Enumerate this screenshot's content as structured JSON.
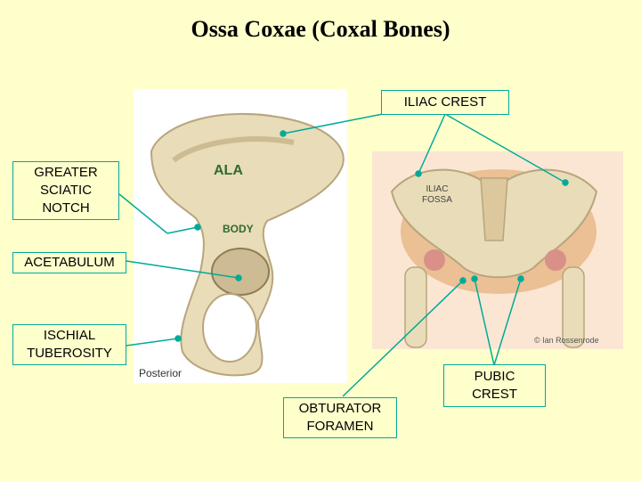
{
  "title": "Ossa Coxae (Coxal Bones)",
  "labels": {
    "iliac_crest": "ILIAC CREST",
    "greater_sciatic_notch": "GREATER SCIATIC NOTCH",
    "ala": "ALA",
    "iliac_fossa_line1": "ILIAC",
    "iliac_fossa_line2": "FOSSA",
    "body": "BODY",
    "acetabulum": "ACETABULUM",
    "ischial_tuberosity": "ISCHIAL TUBEROSITY",
    "posterior": "Posterior",
    "obturator_foramen": "OBTURATOR FORAMEN",
    "pubic_crest": "PUBIC CREST",
    "credit": "© Ian Rossenrode"
  },
  "colors": {
    "background": "#FFFFCC",
    "line": "#00AA99",
    "bone": "#E9DCB8",
    "label_green": "#2F6B2F"
  }
}
